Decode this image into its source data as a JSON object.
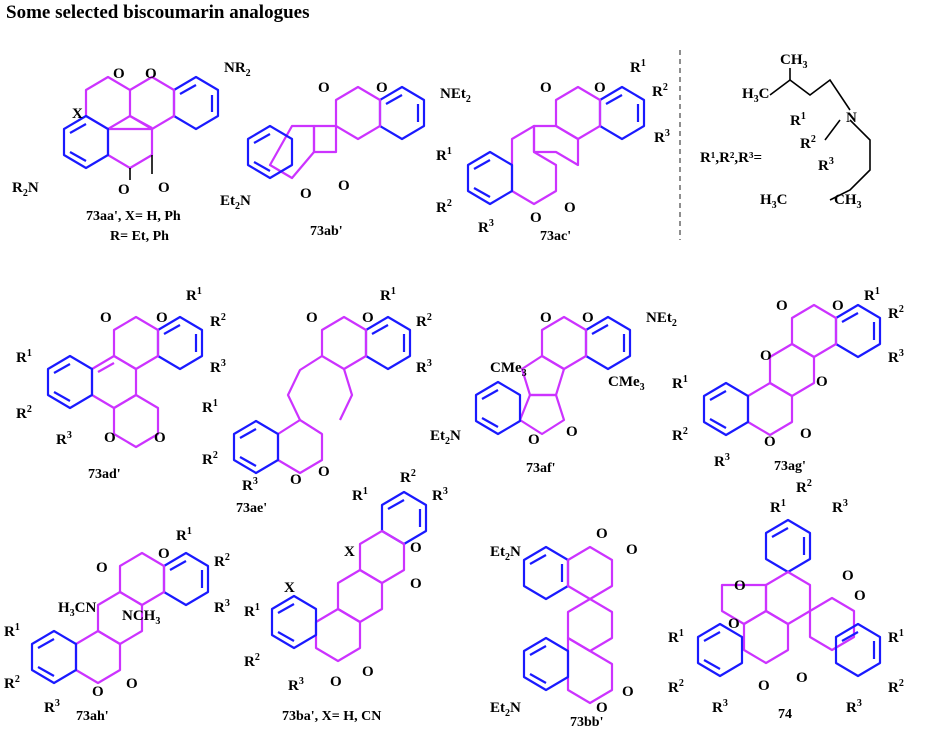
{
  "title": "Some selected biscoumarin analogues",
  "colors": {
    "aromatic": "#1a1aff",
    "core": "#cc33ff",
    "text": "#000000"
  },
  "compounds": [
    {
      "id": "73aa",
      "label": "73aa', X= H, Ph",
      "label2": "R= Et, Ph"
    },
    {
      "id": "73ab",
      "label": "73ab'"
    },
    {
      "id": "73ac",
      "label": "73ac'"
    },
    {
      "id": "73ad",
      "label": "73ad'"
    },
    {
      "id": "73ae",
      "label": "73ae'"
    },
    {
      "id": "73af",
      "label": "73af'"
    },
    {
      "id": "73ag",
      "label": "73ag'"
    },
    {
      "id": "73ah",
      "label": "73ah'"
    },
    {
      "id": "73ba",
      "label": "73ba', X= H, CN"
    },
    {
      "id": "73bb",
      "label": "73bb'"
    },
    {
      "id": "74",
      "label": "74"
    }
  ],
  "substituent_def": "R¹,R²,R³="
}
